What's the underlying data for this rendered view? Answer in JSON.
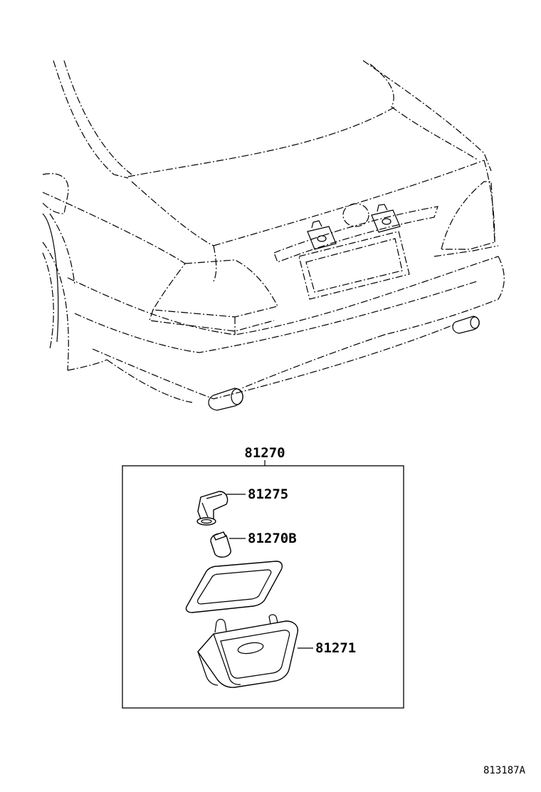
{
  "diagram": {
    "assembly_label": "81270",
    "parts": [
      {
        "id": "socket",
        "label": "81275"
      },
      {
        "id": "bulb",
        "label": "81270B"
      },
      {
        "id": "lamp-housing",
        "label": "81271"
      }
    ],
    "figure_code": "813187A"
  }
}
